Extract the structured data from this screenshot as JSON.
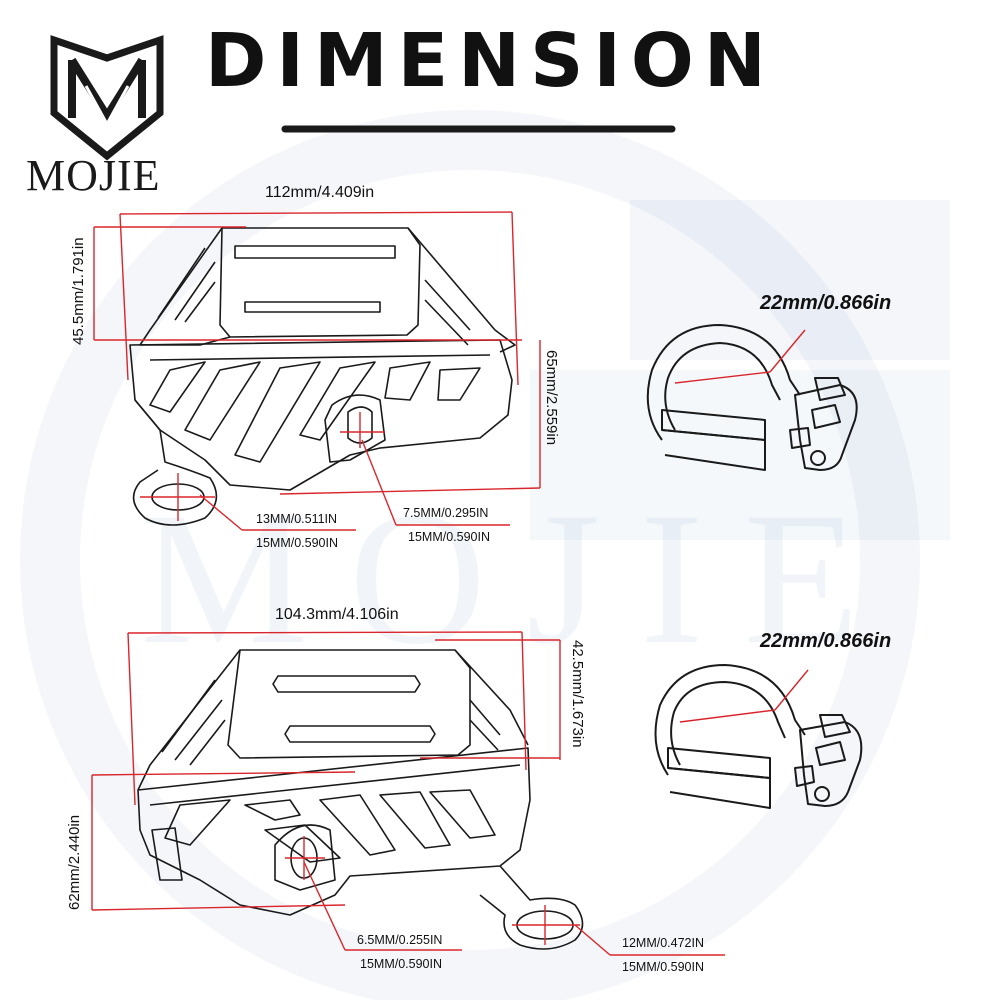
{
  "header": {
    "title": "DIMENSION",
    "brand": "MOJIE",
    "watermark": "MOJIE"
  },
  "top_guard": {
    "width_label": "112mm/4.409in",
    "depth_label": "45.5mm/1.791in",
    "height_label": "65mm/2.559in",
    "hole_left_a": "13MM/0.511IN",
    "hole_left_b": "15MM/0.590IN",
    "hole_center_a": "7.5MM/0.295IN",
    "hole_center_b": "15MM/0.590IN"
  },
  "bottom_guard": {
    "width_label": "104.3mm/4.106in",
    "depth_label": "42.5mm/1.673in",
    "height_label": "62mm/2.440in",
    "hole_center_a": "6.5MM/0.255IN",
    "hole_center_b": "15MM/0.590IN",
    "hole_right_a": "12MM/0.472IN",
    "hole_right_b": "15MM/0.590IN"
  },
  "clamps": {
    "top_label": "22mm/0.866in",
    "bottom_label": "22mm/0.866in"
  },
  "colors": {
    "accent_red": "#d9262c",
    "line_dark": "#1a1a1a",
    "watermark_blue": "#3c6eaa"
  }
}
